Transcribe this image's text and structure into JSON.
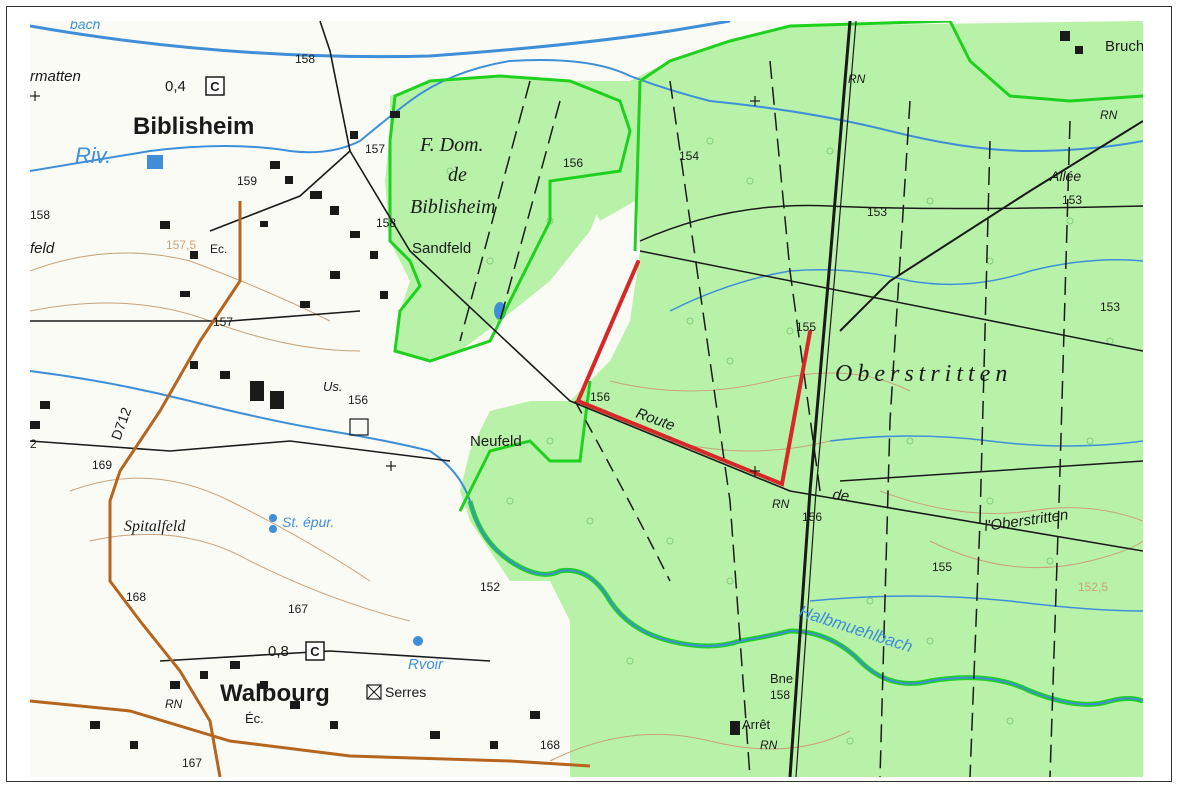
{
  "map": {
    "places": {
      "bruchm": "Bruchm",
      "rmatten": "rmatten",
      "biblisheim": "Biblisheim",
      "riv": "Riv.",
      "f_dom": "F. Dom.",
      "de": "de",
      "biblisheim_forest": "Biblisheim",
      "sandfeld": "Sandfeld",
      "feld": "feld",
      "ec1": "Ec.",
      "us": "Us.",
      "oberstritten": "Oberstritten",
      "route": "Route",
      "de2": "de",
      "l_oberstritten": "l'Oberstritten",
      "neufeld": "Neufeld",
      "d712": "D712",
      "spitalfeld": "Spitalfeld",
      "st_epur": "St. épur.",
      "rvoir": "Rvoir",
      "walbourg": "Walbourg",
      "serres": "Serres",
      "ec2": "Éc.",
      "halbmuehlbach": "Halbmuehlbach",
      "allee": "Allée",
      "bne": "Bne",
      "arret": "Arrêt",
      "rn1": "RN",
      "rn2": "RN",
      "rn3": "RN",
      "rn4": "RN",
      "rn5": "RN",
      "bach": "bach",
      "c1": "C",
      "c2": "C",
      "val04": "0,4",
      "val08": "0,8"
    },
    "elevations": {
      "e158a": "158",
      "e157a": "157",
      "e159": "159",
      "e158b": "158",
      "e158c": "158",
      "e156a": "156",
      "e154": "154",
      "e153a": "153",
      "e153b": "153",
      "e153c": "153",
      "e155a": "155",
      "e157b": "157",
      "e156b": "156",
      "e156c": "156",
      "e156d": "156",
      "e155b": "155",
      "e152_5": "152,5",
      "e169": "169",
      "e168a": "168",
      "e167a": "167",
      "e152": "152",
      "e158d": "158",
      "e168b": "168",
      "e167b": "167",
      "e157_5": "157,5",
      "e2": "2"
    },
    "colors": {
      "forest": "#b8f2a8",
      "forest_boundary": "#1fd11f",
      "highlight": "#d62828",
      "water": "#3e8fd8",
      "road": "#b5651d",
      "contour": "#c9a27a"
    }
  }
}
